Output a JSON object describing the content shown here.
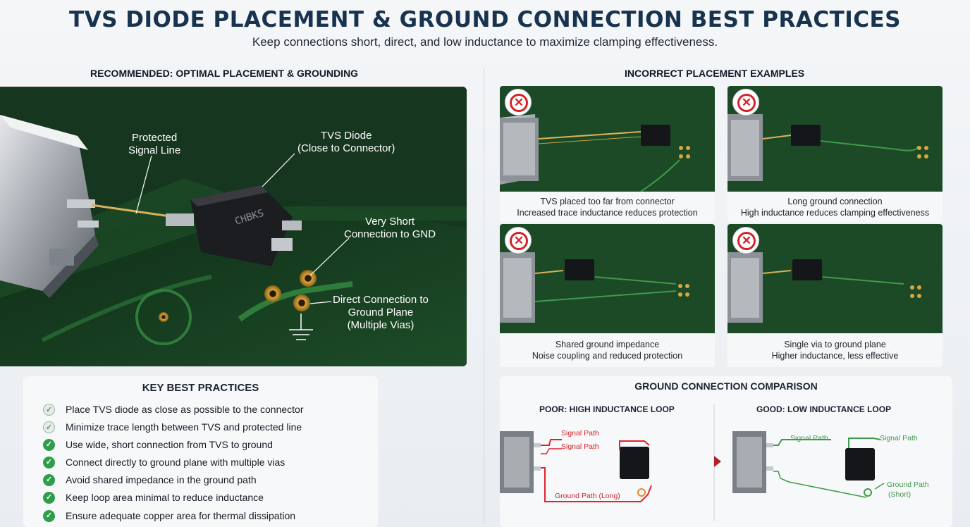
{
  "header": {
    "title": "TVS DIODE PLACEMENT & GROUND CONNECTION BEST PRACTICES",
    "subtitle": "Keep connections short, direct, and low inductance to maximize clamping effectiveness."
  },
  "recommended": {
    "heading": "RECOMMENDED: OPTIMAL PLACEMENT & GROUNDING",
    "callouts": {
      "signal_line": "Protected\nSignal Line",
      "tvs_diode": "TVS Diode\n(Close to Connector)",
      "short_gnd": "Very Short\nConnection to GND",
      "ground_plane": "Direct Connection to\nGround Plane\n(Multiple Vias)"
    },
    "component_marking": "CHBKS"
  },
  "best_practices": {
    "title": "KEY BEST PRACTICES",
    "items": [
      "Place TVS diode as close as possible to the connector",
      "Minimize trace length between TVS and protected line",
      "Use wide, short connection from TVS to ground",
      "Connect directly to ground plane with multiple vias",
      "Avoid shared impedance in the ground path",
      "Keep loop area minimal to reduce inductance",
      "Ensure adequate copper area for thermal dissipation"
    ]
  },
  "incorrect": {
    "heading": "INCORRECT PLACEMENT EXAMPLES",
    "examples": [
      {
        "line1": "TVS placed too far from connector",
        "line2": "Increased trace inductance reduces protection"
      },
      {
        "line1": "Long ground connection",
        "line2": "High inductance reduces clamping effectiveness"
      },
      {
        "line1": "Shared ground impedance",
        "line2": "Noise coupling and reduced protection"
      },
      {
        "line1": "Single via to ground plane",
        "line2": "Higher inductance, less effective"
      }
    ],
    "x_icon": "red-x-icon"
  },
  "comparison": {
    "title": "GROUND CONNECTION COMPARISON",
    "poor": {
      "label": "POOR: HIGH INDUCTANCE LOOP",
      "signal_1": "Signal Path",
      "signal_2": "Signal Path",
      "ground": "Ground Path (Long)"
    },
    "good": {
      "label": "GOOD: LOW INDUCTANCE LOOP",
      "signal_1": "Signal Path",
      "signal_2": "Signal Path",
      "ground_1": "Ground Path",
      "ground_2": "(Short)"
    }
  },
  "colors": {
    "pcb_green": "#1c4a26",
    "trace_green": "#3f9a4b",
    "good_green": "#2e9e4a",
    "bad_red": "#d3232a",
    "title_navy": "#17334f"
  }
}
